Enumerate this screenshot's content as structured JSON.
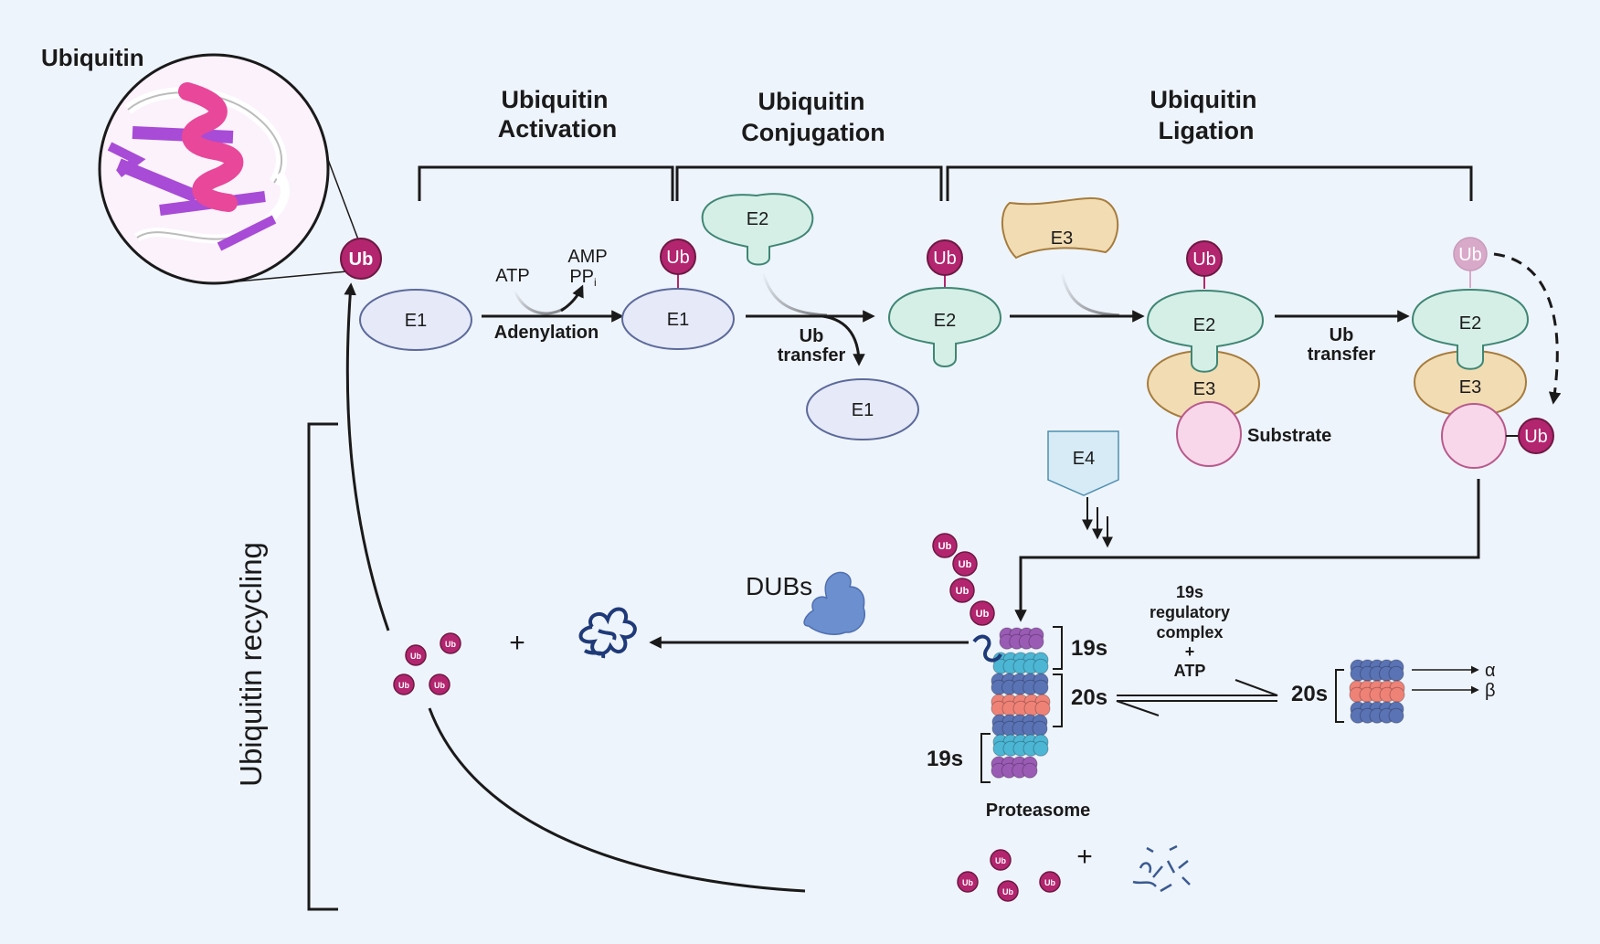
{
  "title": "Ubiquitin",
  "stages": {
    "activation": [
      "Ubiquitin",
      "Activation"
    ],
    "conjugation": [
      "Ubiquitin",
      "Conjugation"
    ],
    "ligation": [
      "Ubiquitin",
      "Ligation"
    ]
  },
  "enzymes": {
    "e1": "E1",
    "e2": "E2",
    "e3": "E3",
    "e4": "E4"
  },
  "ub": "Ub",
  "labels": {
    "atp": "ATP",
    "amp": "AMP",
    "ppi": "PP",
    "ppi_sub": "i",
    "adenylation": "Adenylation",
    "ub_transfer": [
      "Ub",
      "transfer"
    ],
    "substrate": "Substrate",
    "dubs": "DUBs",
    "plus": "+",
    "s19": "19s",
    "s20": "20s",
    "proteasome": "Proteasome",
    "regulatory": [
      "19s",
      "regulatory",
      "complex",
      "+",
      "ATP"
    ],
    "alpha": "α",
    "beta": "β",
    "recycling": "Ubiquitin recycling"
  },
  "colors": {
    "background": "#eef4fc",
    "ub": "#b3256f",
    "ub_faded": "#d9a9c9",
    "e1_fill": "#e5e9f8",
    "e1_stroke": "#5c6a9a",
    "e2_fill": "#d5efe7",
    "e2_stroke": "#3f8673",
    "e3_fill": "#f2dcb4",
    "e3_stroke": "#a67c3c",
    "substrate_fill": "#f8d7ea",
    "substrate_stroke": "#b85a8c",
    "helix": "#e8479a",
    "strand": "#a84bd6",
    "prot_purple": "#9a5bb5",
    "prot_cyan": "#4cb6d4",
    "prot_blue": "#5a73b5",
    "prot_salmon": "#ef8277",
    "dub": "#6c8fd0",
    "peptide": "#1f3a78"
  }
}
